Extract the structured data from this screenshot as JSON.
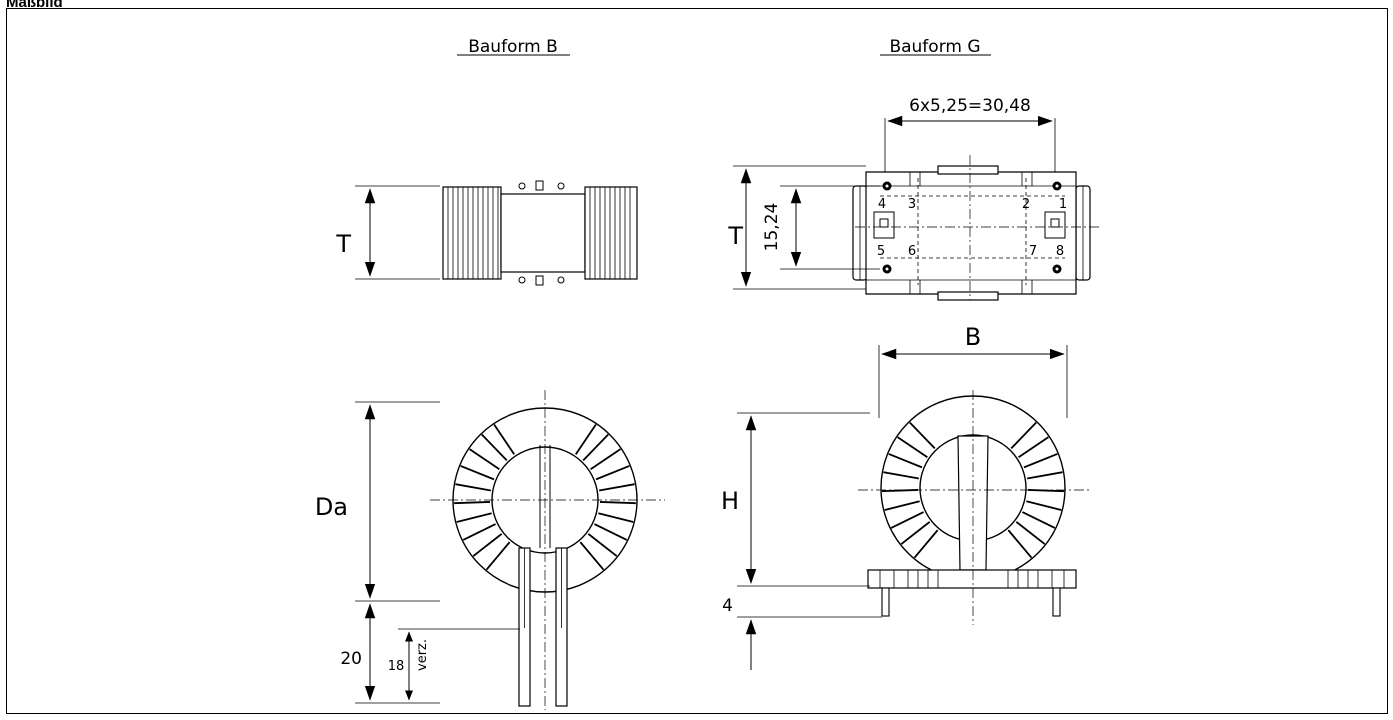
{
  "page": {
    "title": "Maßbild"
  },
  "views": {
    "bauform_b": {
      "caption": "Bauform B"
    },
    "bauform_g": {
      "caption": "Bauform G"
    }
  },
  "dimensions": {
    "b_top_height": "T",
    "g_top_height": "T",
    "g_pin_row_spacing": "15,24",
    "g_pitch": "6x5,25=30,48",
    "b_outer_diameter": "Da",
    "b_lead_length": "20",
    "b_tinned_length": "18",
    "b_tinned_label": "verz.",
    "g_width": "B",
    "g_height": "H",
    "g_pin_length": "4"
  },
  "pins": [
    "1",
    "2",
    "3",
    "4",
    "5",
    "6",
    "7",
    "8"
  ]
}
